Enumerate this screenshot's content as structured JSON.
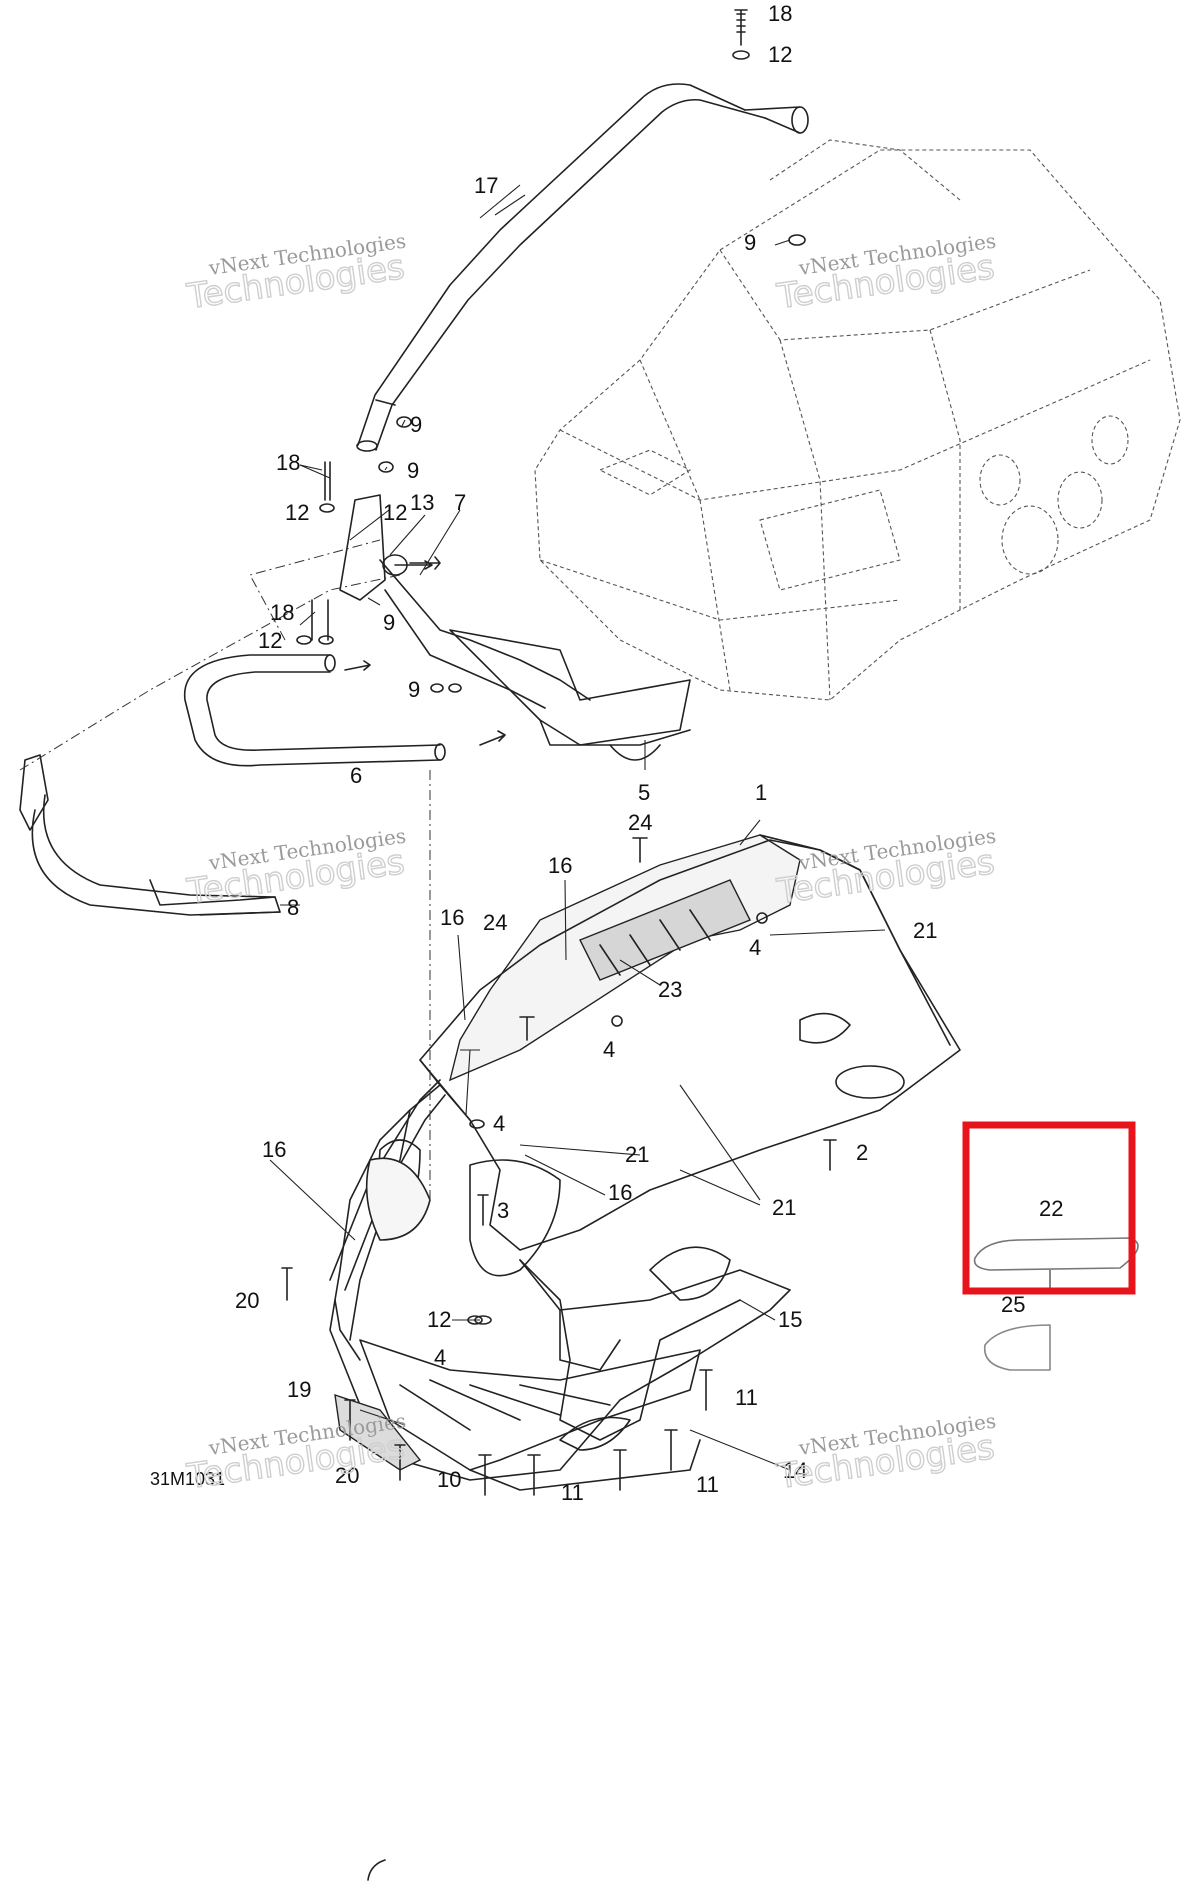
{
  "diagram": {
    "drawing_code": "31M1031",
    "watermark_line1": "vNext Technologies",
    "watermark_line2": "Technologies",
    "callouts": [
      "18",
      "12",
      "17",
      "9",
      "9",
      "9",
      "18",
      "12",
      "12",
      "13",
      "7",
      "18",
      "12",
      "9",
      "9",
      "6",
      "5",
      "1",
      "24",
      "16",
      "8",
      "24",
      "16",
      "4",
      "21",
      "23",
      "4",
      "4",
      "16",
      "21",
      "16",
      "21",
      "3",
      "2",
      "22",
      "20",
      "12",
      "15",
      "25",
      "4",
      "19",
      "11",
      "14",
      "20",
      "10",
      "11",
      "11"
    ],
    "highlight_color": "#e8141c"
  }
}
